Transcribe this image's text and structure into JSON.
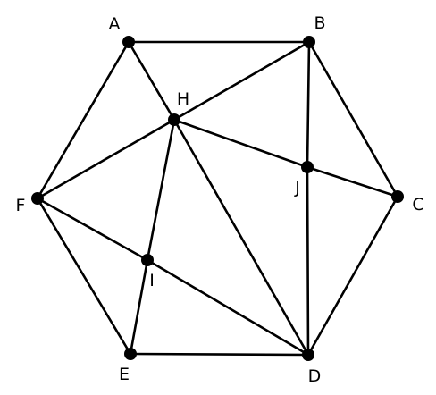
{
  "diagram": {
    "type": "graph",
    "vertices": [
      "A",
      "B",
      "C",
      "D",
      "E",
      "F",
      "H",
      "I",
      "J"
    ],
    "edges": [
      [
        "A",
        "B"
      ],
      [
        "B",
        "C"
      ],
      [
        "C",
        "D"
      ],
      [
        "D",
        "E"
      ],
      [
        "E",
        "F"
      ],
      [
        "F",
        "A"
      ],
      [
        "A",
        "H"
      ],
      [
        "B",
        "H"
      ],
      [
        "B",
        "J"
      ],
      [
        "J",
        "D"
      ],
      [
        "H",
        "J"
      ],
      [
        "J",
        "C"
      ],
      [
        "F",
        "H"
      ],
      [
        "H",
        "I"
      ],
      [
        "I",
        "E"
      ],
      [
        "H",
        "D"
      ],
      [
        "F",
        "I"
      ],
      [
        "I",
        "D"
      ]
    ]
  },
  "labels": {
    "A": "A",
    "B": "B",
    "C": "C",
    "D": "D",
    "E": "E",
    "F": "F",
    "H": "H",
    "I": "I",
    "J": "J"
  }
}
